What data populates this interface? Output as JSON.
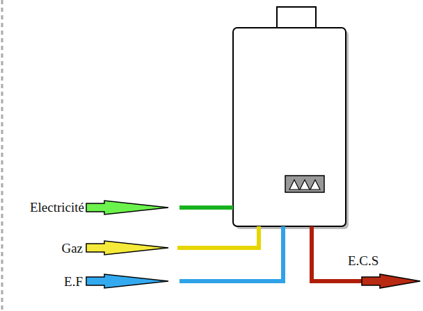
{
  "diagram": {
    "labels": [
      "Electricité",
      "Gaz",
      "E.F",
      "E.C.S"
    ]
  }
}
